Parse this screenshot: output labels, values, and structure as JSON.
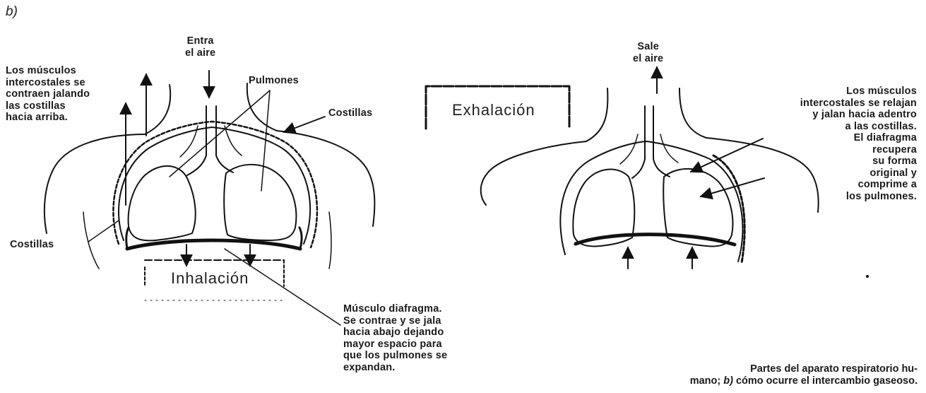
{
  "panel_letter": "b)",
  "inhalation": {
    "title": "Inhalación",
    "air_label": "Entra\nel aire",
    "lungs_label": "Pulmones",
    "ribs_label_right": "Costillas",
    "ribs_label_left": "Costillas",
    "intercostal_text": "Los músculos\nintercostales se\ncontraen jalando\nlas costillas\nhacia arriba.",
    "diaphragm_text": "Músculo diafragma.\nSe contrae y se jala\nhacia abajo dejando\nmayor espacio para\nque los pulmones se\nexpandan."
  },
  "exhalation": {
    "title": "Exhalación",
    "air_label": "Sale\nel aire",
    "intercostal_text": "Los músculos\nintercostales se relajan\ny jalan hacia adentro\na las costillas.\nEl diafragma\nrecupera\nsu forma\noriginal y\ncomprime a\nlos pulmones."
  },
  "caption": {
    "line1": "Partes del aparato respiratorio hu-",
    "line2_prefix": "mano; ",
    "line2_italic": "b)",
    "line2_suffix": " cómo ocurre el intercambio gaseoso."
  }
}
